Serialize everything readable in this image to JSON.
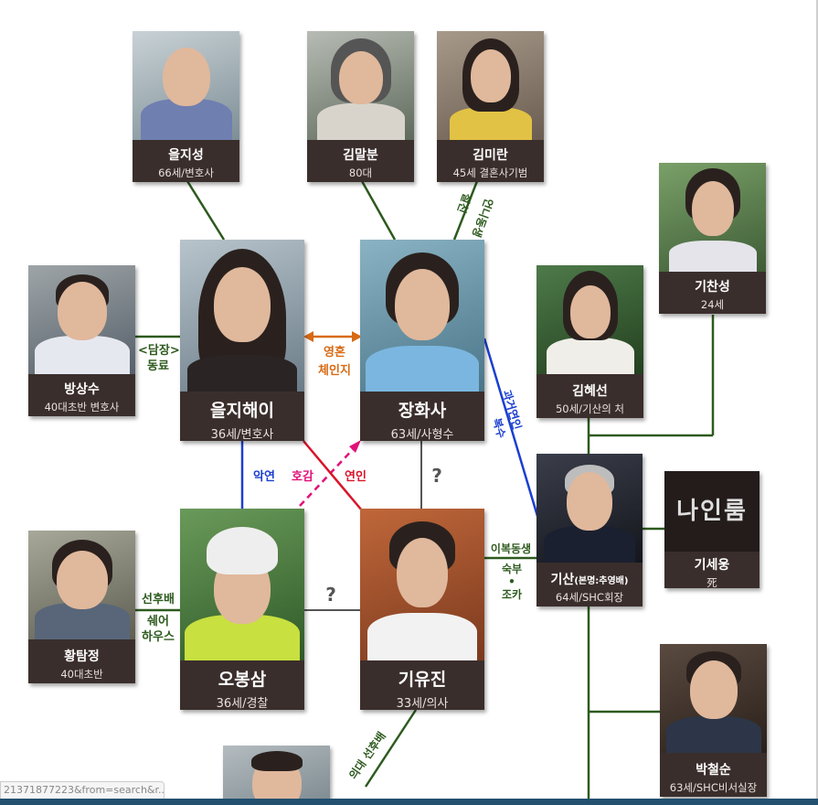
{
  "characters": {
    "eulji_seong": {
      "name": "을지성",
      "info": "66세/변호사"
    },
    "kim_malbun": {
      "name": "김말분",
      "info": "80대"
    },
    "kim_miran": {
      "name": "김미란",
      "info": "45세 결혼사기범"
    },
    "gi_chanseong": {
      "name": "기찬성",
      "info": "24세"
    },
    "bang_sangsu": {
      "name": "방상수",
      "info": "40대초반 변호사"
    },
    "eulji_haei": {
      "name": "을지해이",
      "info": "36세/변호사"
    },
    "jang_hwasa": {
      "name": "장화사",
      "info": "63세/사형수"
    },
    "kim_hyeseon": {
      "name": "김혜선",
      "info": "50세/기산의 처"
    },
    "gisan": {
      "name": "기산",
      "alias": "(본명:추영배)",
      "info": "64세/SHC회장"
    },
    "gi_seung": {
      "name": "기세웅",
      "info": "死",
      "poster": "나인룸"
    },
    "hwang_tamjeong": {
      "name": "황탐정",
      "info": "40대초반"
    },
    "o_bongsam": {
      "name": "오봉삼",
      "info": "36세/경찰"
    },
    "gi_yujin": {
      "name": "기유진",
      "info": "33세/의사"
    },
    "park_cheolsun": {
      "name": "박철순",
      "info": "63세/SHC비서실장"
    }
  },
  "relations": {
    "damjang": "<담장>",
    "donglyo": "동료",
    "yeonghon": "영혼",
    "chein": "체인지",
    "ageon": "악연",
    "hogam": "호감",
    "yeonin": "연인",
    "question1": "?",
    "question2": "?",
    "jeolchin": "절친",
    "eonni_dongsaeng": "언니동생",
    "gwageo": "과거연인",
    "boksu": "복수",
    "ibok": "이복동생",
    "sukbu": "숙부",
    "dot": "•",
    "joka": "조카",
    "seonhubae": "선후배",
    "swe": "쉐어",
    "haus": "하우스",
    "uidae": "의대 선후배"
  },
  "browser": {
    "url_fragment": "21371877223&from=search&r..."
  },
  "colors": {
    "line_green": "#2d5a1e",
    "line_orange": "#d86a14",
    "line_blue": "#1b3fd0",
    "line_pink": "#e0127a",
    "line_red": "#d8152a",
    "line_gray": "#555555",
    "card_caption": "#3a2e2c"
  }
}
